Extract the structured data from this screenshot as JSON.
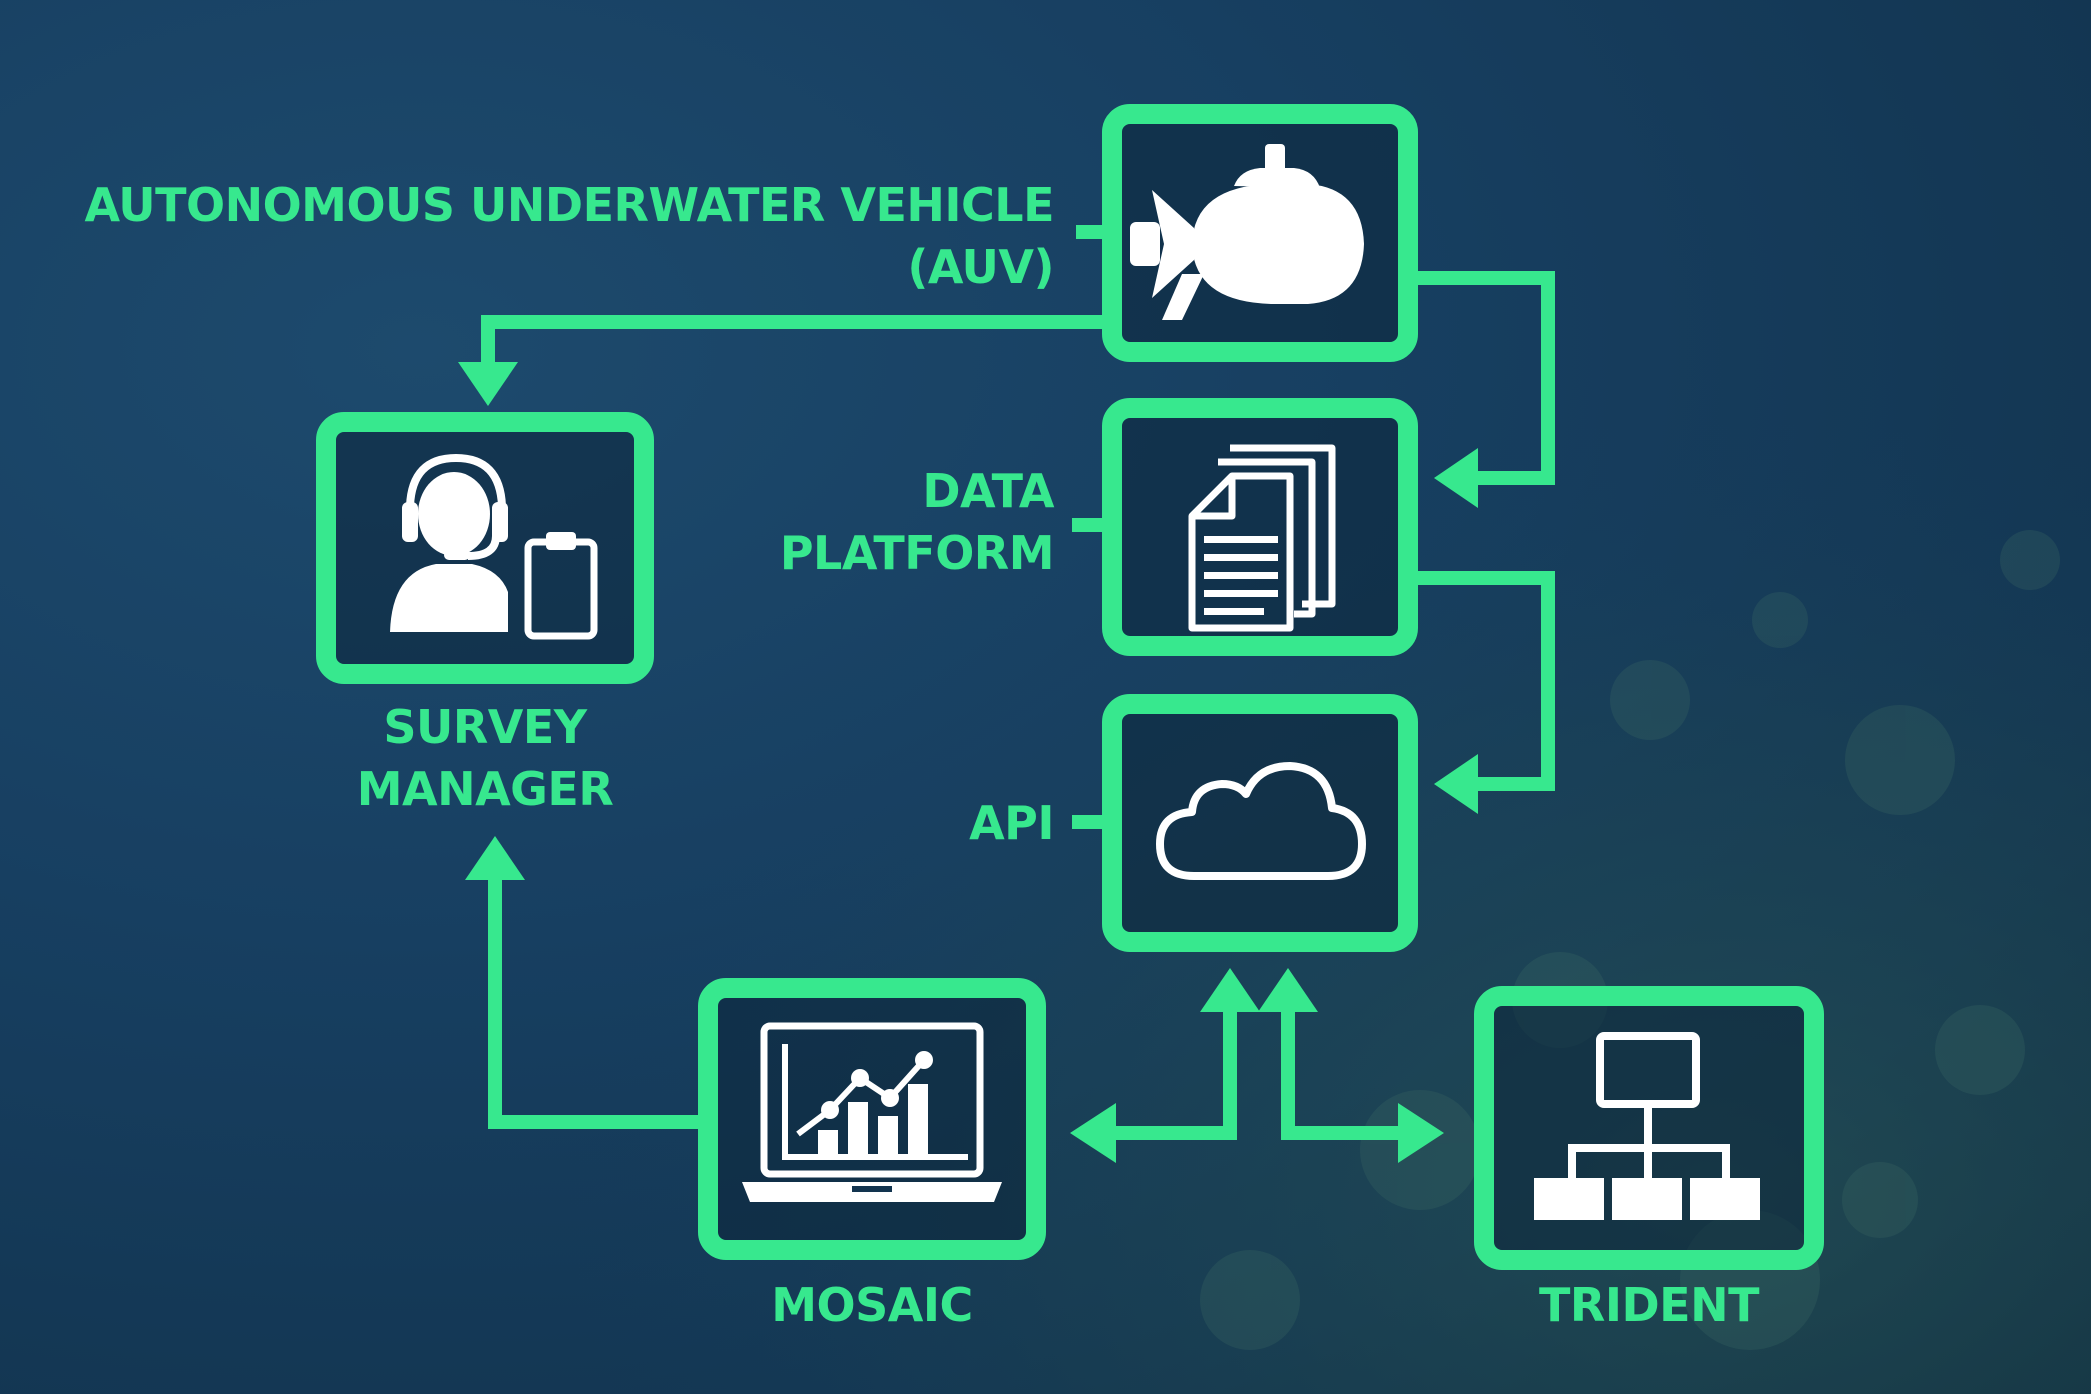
{
  "colors": {
    "accent": "#37e88e",
    "icon": "#ffffff",
    "background": "#173f61"
  },
  "nodes": {
    "auv": {
      "label_line1": "AUTONOMOUS UNDERWATER VEHICLE",
      "label_line2": "(AUV)",
      "icon": "submarine-icon"
    },
    "data_platform": {
      "label_line1": "DATA",
      "label_line2": "PLATFORM",
      "icon": "documents-icon"
    },
    "api": {
      "label": "API",
      "icon": "cloud-icon"
    },
    "survey_manager": {
      "label_line1": "SURVEY",
      "label_line2": "MANAGER",
      "icon": "operator-clipboard-icon"
    },
    "mosaic": {
      "label": "MOSAIC",
      "icon": "laptop-chart-icon"
    },
    "trident": {
      "label": "TRIDENT",
      "icon": "network-hierarchy-icon"
    }
  },
  "connections": [
    {
      "from": "AUV",
      "to": "SURVEY MANAGER"
    },
    {
      "from": "AUV",
      "to": "DATA PLATFORM"
    },
    {
      "from": "DATA PLATFORM",
      "to": "API"
    },
    {
      "from": "API",
      "to": "MOSAIC",
      "bidirectional": true
    },
    {
      "from": "API",
      "to": "TRIDENT",
      "bidirectional": true
    },
    {
      "from": "MOSAIC",
      "to": "SURVEY MANAGER"
    }
  ]
}
